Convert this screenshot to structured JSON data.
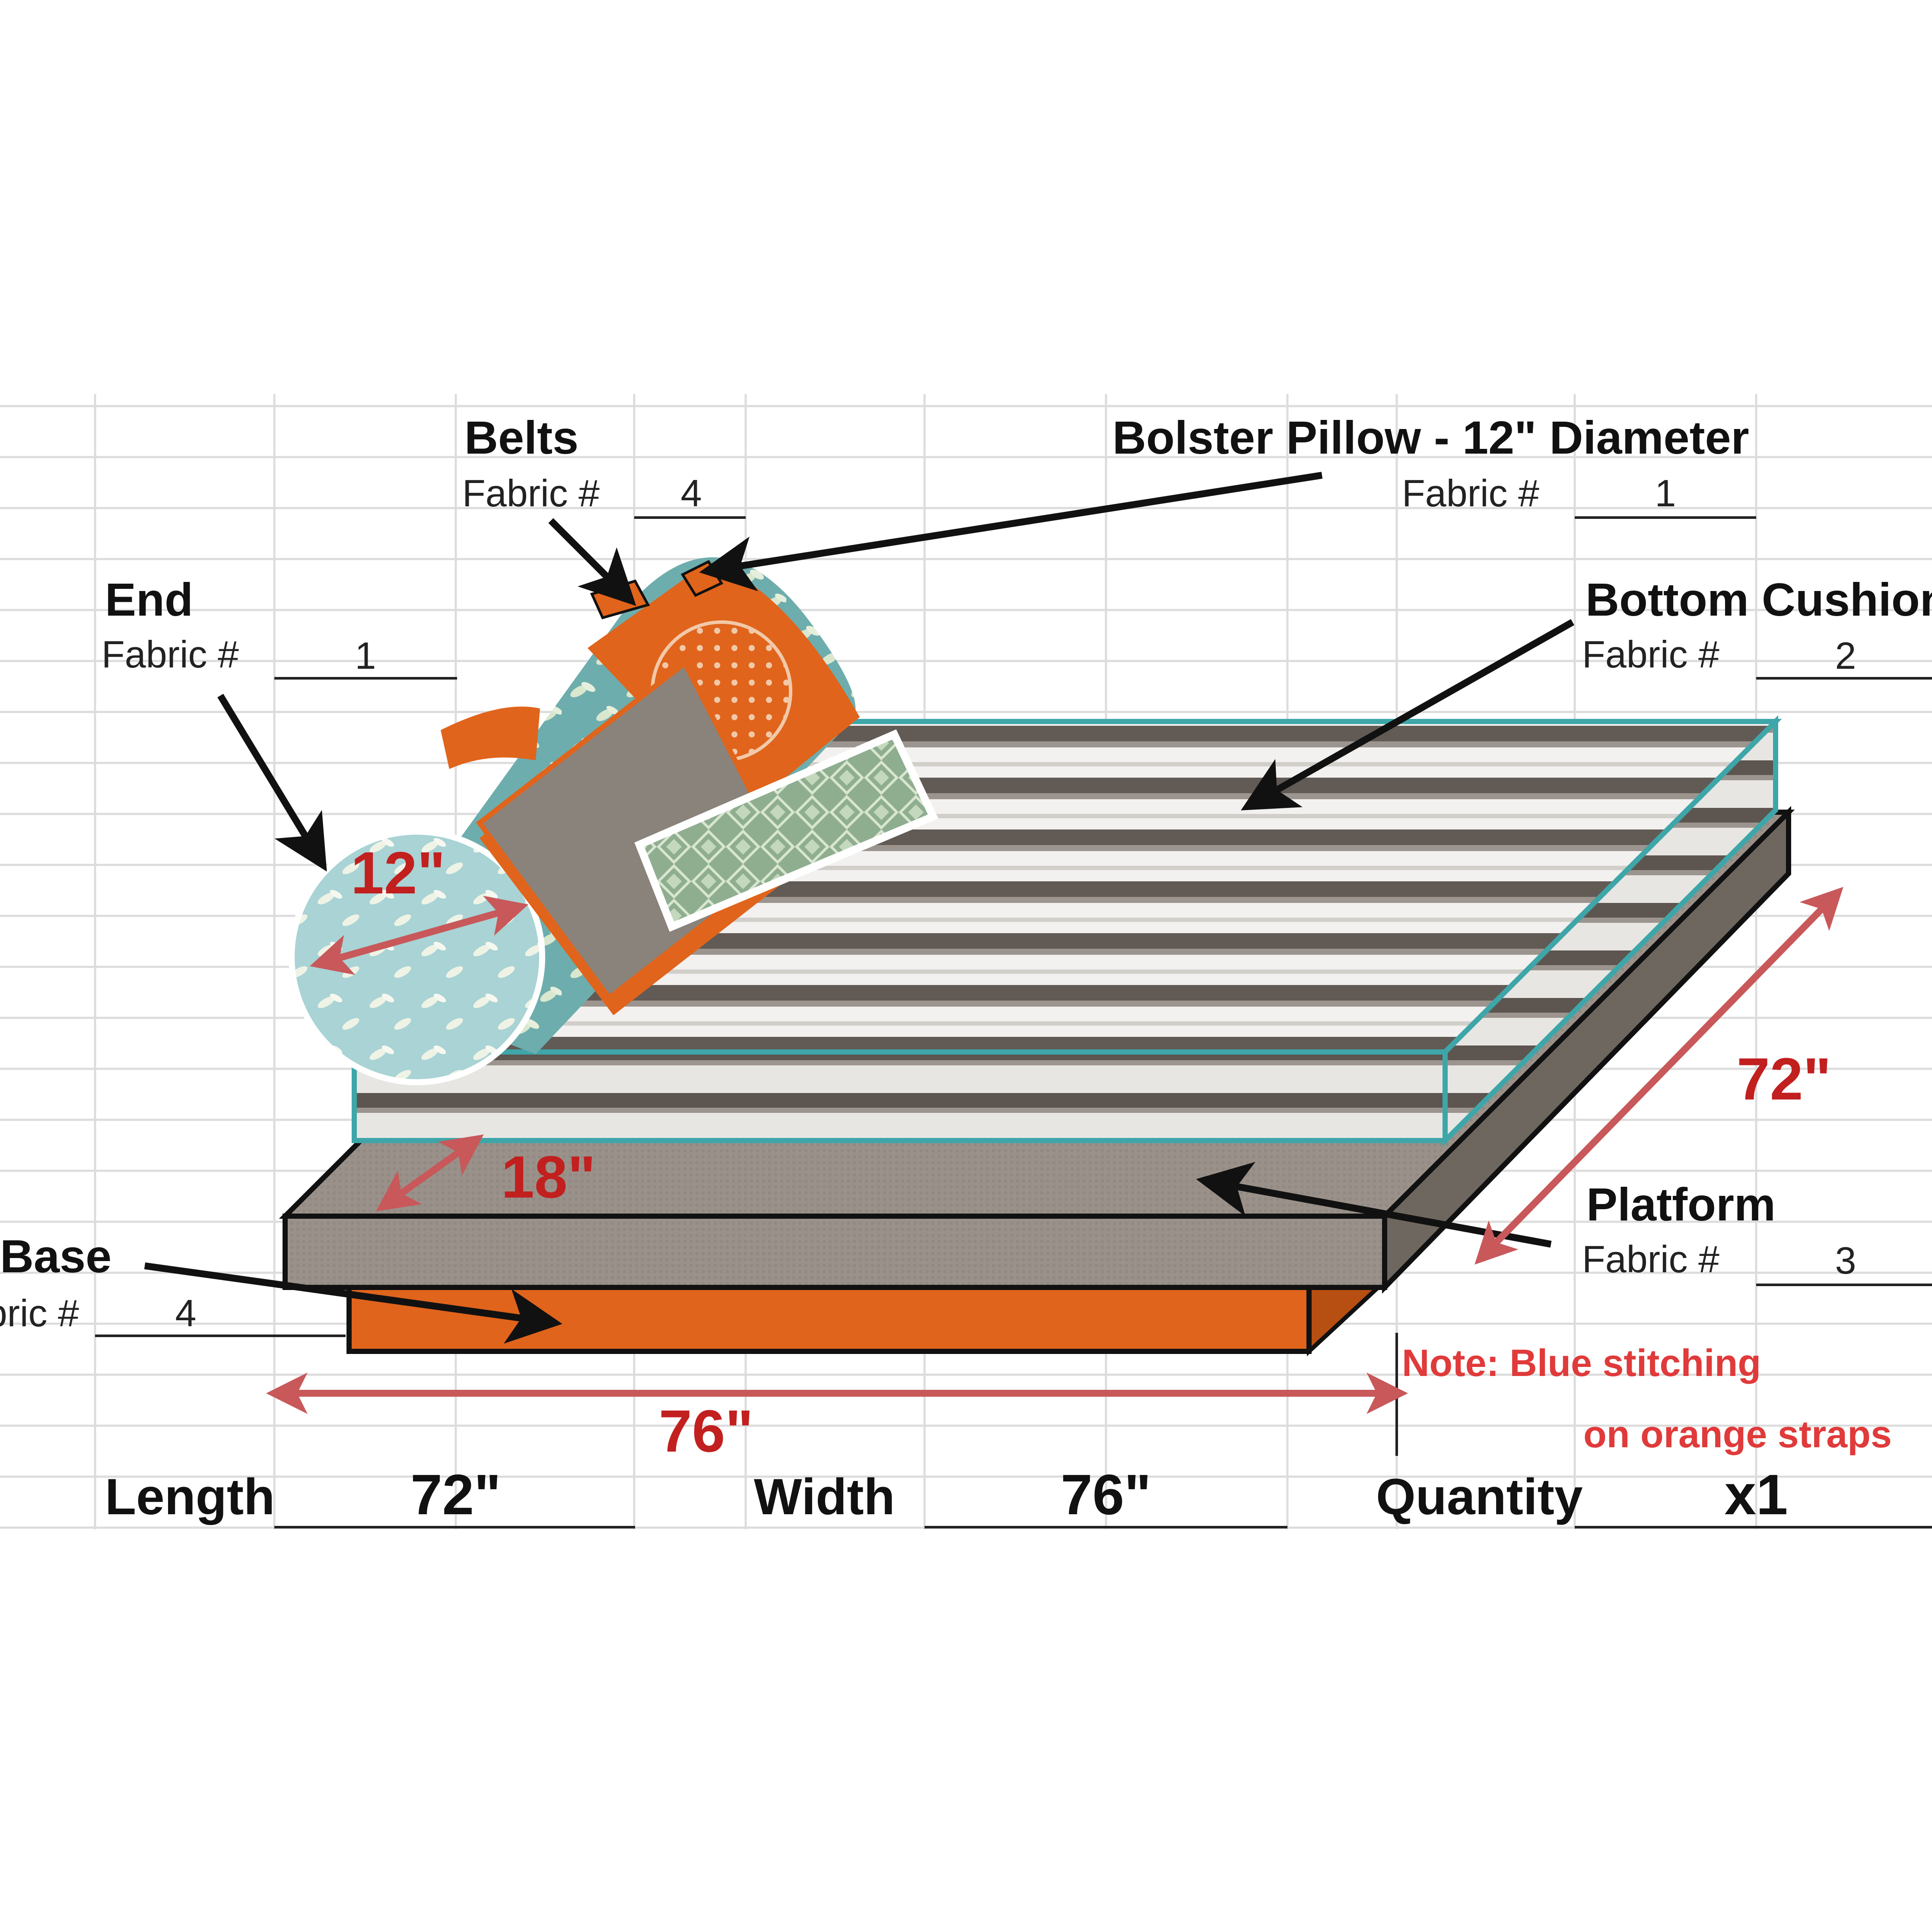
{
  "colors": {
    "dimension_arrow": "#c8585a",
    "dimension_text": "#c21f1f",
    "stitching": "#3ea6a9",
    "strap_orange": "#e0641c",
    "platform_gray": "#9a928a",
    "stripe_dark": "#615a55",
    "stripe_light": "#f2f1ef",
    "bolster_teal": "#6eadad",
    "note_text": "#e03a3a",
    "grid_line": "#dcdcdc"
  },
  "components": {
    "belts": {
      "title": "Belts",
      "fabric_label": "Fabric #",
      "fabric_value": "4"
    },
    "bolster": {
      "title": "Bolster Pillow - 12\" Diameter",
      "fabric_label": "Fabric #",
      "fabric_value": "1"
    },
    "end": {
      "title": "End",
      "fabric_label": "Fabric #",
      "fabric_value": "1"
    },
    "bottom_cushion": {
      "title": "Bottom Cushion",
      "fabric_label": "Fabric #",
      "fabric_value": "2"
    },
    "platform": {
      "title": "Platform",
      "fabric_label": "Fabric #",
      "fabric_value": "3"
    },
    "base": {
      "title": "Base",
      "fabric_label": "Fabric #",
      "fabric_value": "4"
    }
  },
  "dimensions": {
    "bolster_diameter": "12\"",
    "platform_border": "18\"",
    "depth": "72\"",
    "length_overall": "76\""
  },
  "note": {
    "line1": "Note:  Blue stitching",
    "line2": "on orange straps"
  },
  "summary": {
    "length_label": "Length",
    "length_value": "72\"",
    "width_label": "Width",
    "width_value": "76\"",
    "quantity_label": "Quantity",
    "quantity_value": "x1"
  }
}
